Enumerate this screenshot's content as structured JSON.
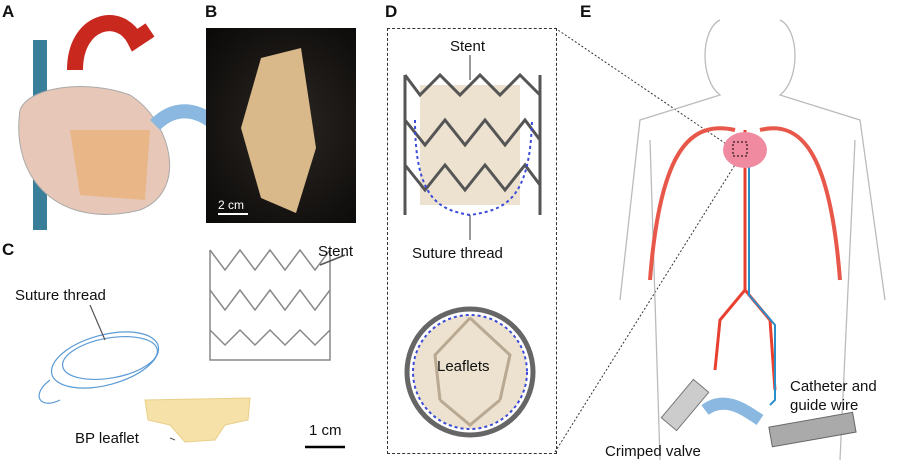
{
  "panels": {
    "a": "A",
    "b": "B",
    "c": "C",
    "d": "D",
    "e": "E"
  },
  "panel_b": {
    "scale_bar": "2 cm"
  },
  "panel_c": {
    "stent": "Stent",
    "suture_thread": "Suture thread",
    "bp_leaflet": "BP leaflet",
    "scale_bar": "1 cm"
  },
  "panel_d": {
    "stent": "Stent",
    "suture_thread": "Suture thread",
    "leaflets": "Leaflets"
  },
  "panel_e": {
    "catheter": "Catheter and",
    "catheter2": "guide wire",
    "crimped_valve": "Crimped valve"
  }
}
